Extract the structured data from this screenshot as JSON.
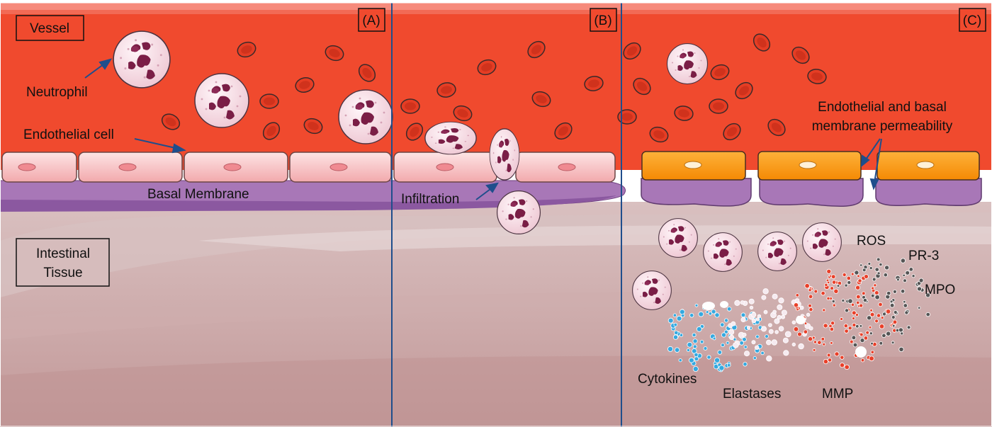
{
  "labels": {
    "vessel": "Vessel",
    "intestinal_tissue_line1": "Intestinal",
    "intestinal_tissue_line2": "Tissue",
    "neutrophil": "Neutrophil",
    "endothelial_cell": "Endothelial cell",
    "basal_membrane": "Basal Membrane",
    "infiltration": "Infiltration",
    "permeability_line1": "Endothelial and basal",
    "permeability_line2": "membrane permeability",
    "ros": "ROS",
    "pr3": "PR-3",
    "mpo": "MPO",
    "cytokines": "Cytokines",
    "elastases": "Elastases",
    "mmp": "MMP"
  },
  "panels": [
    {
      "tag": "(A)"
    },
    {
      "tag": "(B)"
    },
    {
      "tag": "(C)"
    }
  ],
  "colors": {
    "vessel": "#f04a2e",
    "tissue": "#cdaaaa",
    "endothelium_healthy": "#f7c3c5",
    "endothelium_damaged": "#fb8c0c",
    "basal_membrane": "#a877b7",
    "neutrophil_body": "#f5d8e0",
    "neutrophil_nucleus": "#7a1e46",
    "red_blood_cell": "#e8402a",
    "divider": "#1f4e8c",
    "cytokine_particles": "#35a9e0",
    "elastase_particles": "#f6eaf0",
    "mmp_particles": "#e8402a",
    "mpo_particles": "#555555"
  }
}
